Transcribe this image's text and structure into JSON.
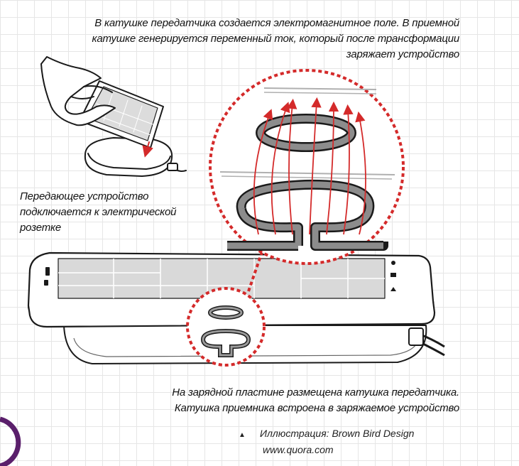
{
  "captions": {
    "top": "В катушке передатчика создается электромагнитное поле. В приемной катушке генерируется переменный ток, который после трансформации заряжает устройство",
    "left": "Передающее устройство подключается к электрической розетке",
    "bottom": "На зарядной пластине размещена катушка передатчика. Катушка приемника встроена в заряжаемое устройство"
  },
  "credit": {
    "marker": "▲",
    "author": "Иллюстрация: Brown Bird Design",
    "url": "www.quora.com"
  },
  "colors": {
    "ink": "#1a1a1a",
    "accent_red": "#d42a2a",
    "coil_gray": "#8c8c8c",
    "screen_gray": "#d9d9d9",
    "badge_purple": "#5a1f6b"
  }
}
